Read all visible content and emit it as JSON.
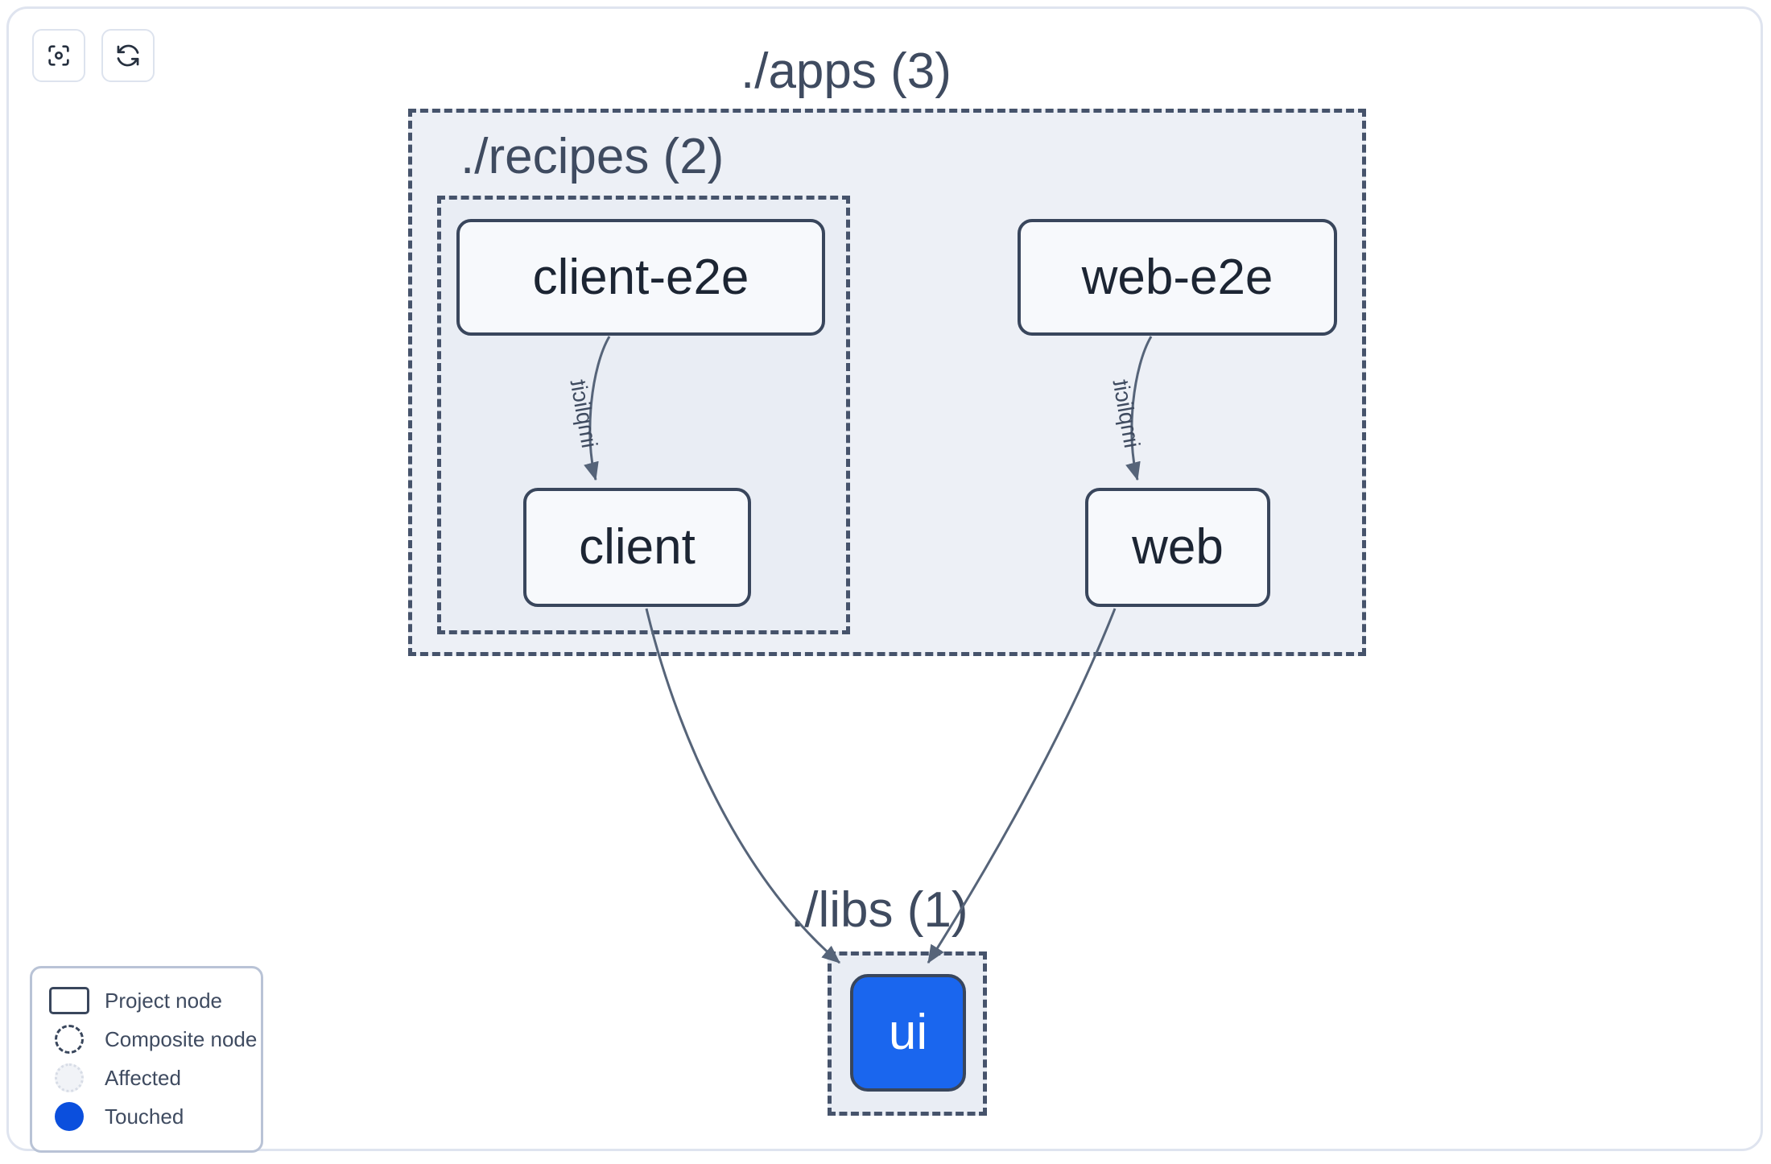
{
  "toolbar": {
    "buttons": [
      {
        "name": "focus-graph-button",
        "icon": "focus-target-icon",
        "label": "Focus graph"
      },
      {
        "name": "refresh-graph-button",
        "icon": "refresh-sync-icon",
        "label": "Refresh graph"
      }
    ]
  },
  "graph": {
    "groups": [
      {
        "id": "apps",
        "label": "./apps (3)"
      },
      {
        "id": "recipes",
        "label": "./recipes (2)"
      },
      {
        "id": "libs",
        "label": "./libs (1)"
      }
    ],
    "nodes": [
      {
        "id": "client-e2e",
        "label": "client-e2e",
        "state": "project",
        "group": "recipes"
      },
      {
        "id": "client",
        "label": "client",
        "state": "project",
        "group": "recipes"
      },
      {
        "id": "web-e2e",
        "label": "web-e2e",
        "state": "project",
        "group": "apps"
      },
      {
        "id": "web",
        "label": "web",
        "state": "project",
        "group": "apps"
      },
      {
        "id": "ui",
        "label": "ui",
        "state": "touched",
        "group": "libs"
      }
    ],
    "edges": [
      {
        "from": "client-e2e",
        "to": "client",
        "label": "implicit"
      },
      {
        "from": "web-e2e",
        "to": "web",
        "label": "implicit"
      },
      {
        "from": "client",
        "to": "ui",
        "label": ""
      },
      {
        "from": "web",
        "to": "ui",
        "label": ""
      }
    ]
  },
  "legend": {
    "items": [
      {
        "swatch": "project-node-swatch",
        "label": "Project node"
      },
      {
        "swatch": "composite-node-swatch",
        "label": "Composite node"
      },
      {
        "swatch": "affected-swatch",
        "label": "Affected"
      },
      {
        "swatch": "touched-swatch",
        "label": "Touched"
      }
    ]
  },
  "colors": {
    "touched": "#0b4fdd",
    "touched_node_fill": "#1a66ee",
    "node_stroke": "#39465c",
    "node_fill": "#f7f9fc",
    "group_fill": "#edf0f6",
    "group_stroke": "#46536b",
    "text": "#3f4b60",
    "edge": "#4a586f",
    "canvas": "#ffffff"
  }
}
